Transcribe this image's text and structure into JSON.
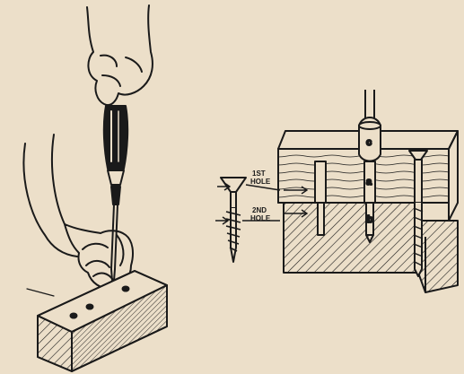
{
  "labels": {
    "first_hole": [
      "1ST",
      "HOLE"
    ],
    "second_hole": [
      "2ND",
      "HOLE"
    ],
    "part_a": "a",
    "part_b": "b",
    "part_c": "c"
  },
  "colors": {
    "paper": "#ecdfc9",
    "ink": "#1a1a1a"
  }
}
